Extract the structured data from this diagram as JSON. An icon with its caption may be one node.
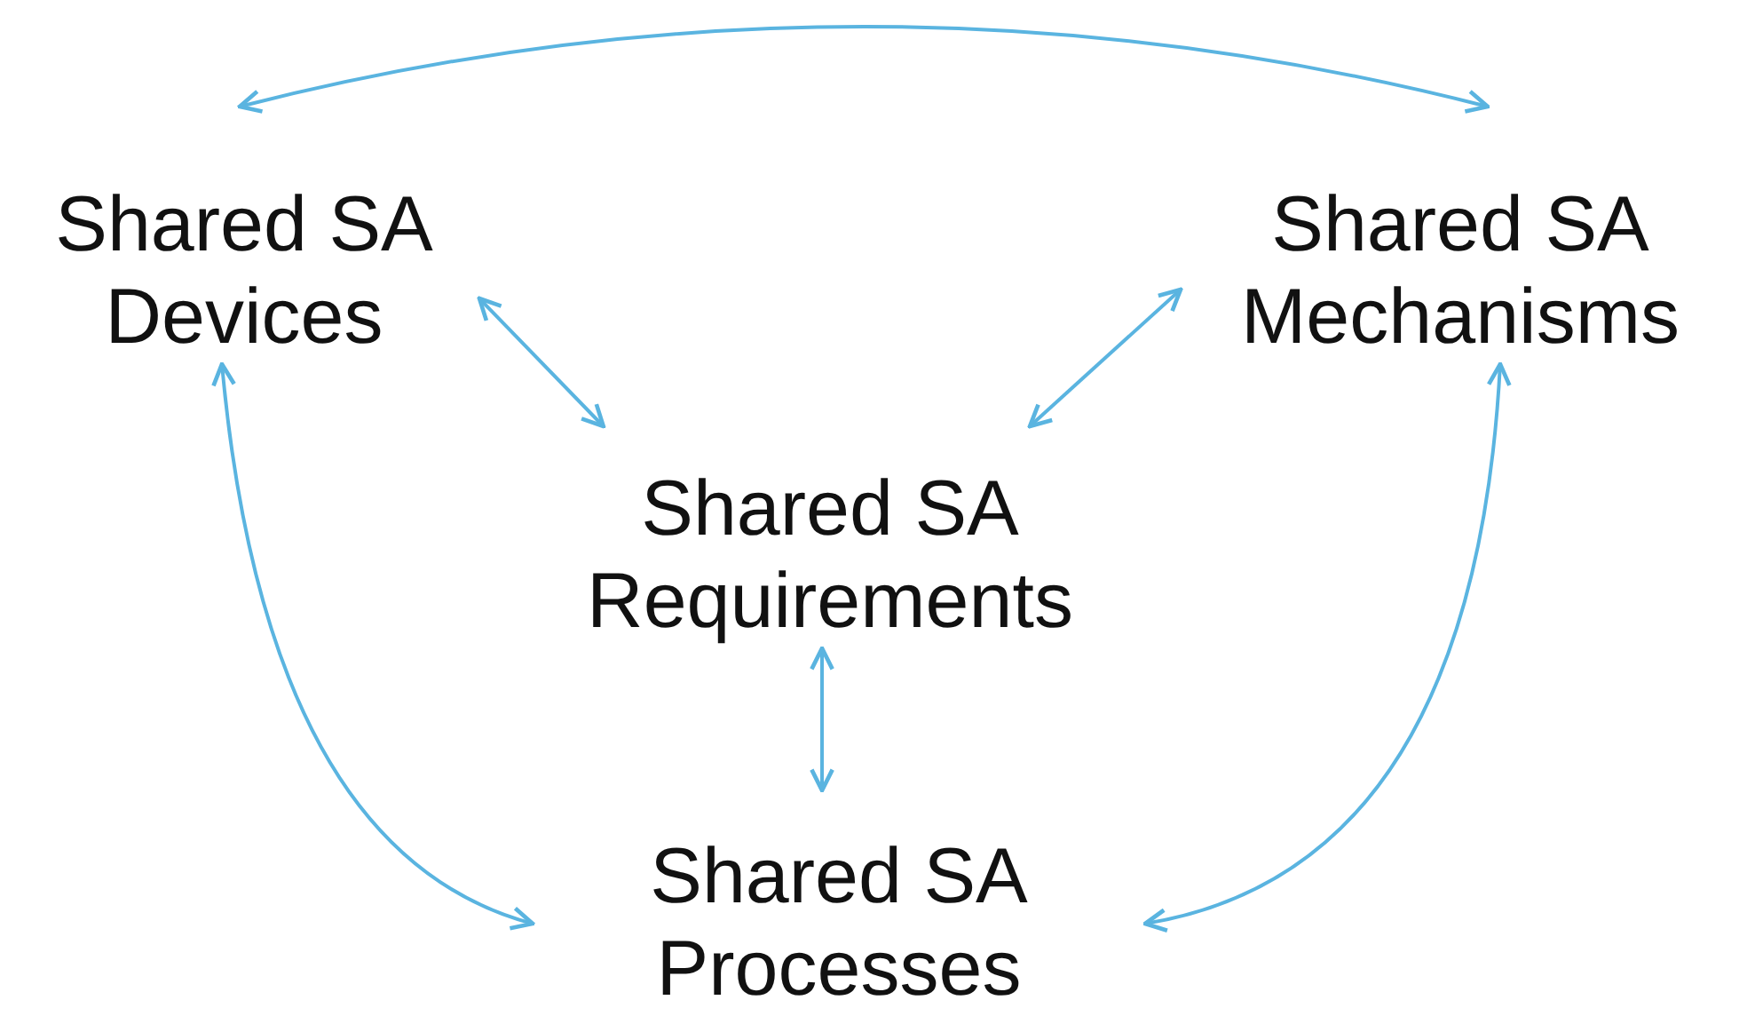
{
  "diagram": {
    "nodes": [
      {
        "text": [
          "Shared SA Devices"
        ]
      },
      {
        "text": [
          "Shared SA Mechanisms"
        ]
      },
      {
        "text": [
          "Shared SA Requirements"
        ]
      },
      {
        "text": [
          "Shared SA Processes"
        ]
      }
    ],
    "edges": [
      {
        "from": 0,
        "to": 1,
        "arrow": "both"
      },
      {
        "from": 0,
        "to": 2,
        "arrow": "both"
      },
      {
        "from": 1,
        "to": 2,
        "arrow": "both"
      },
      {
        "from": 2,
        "to": 3,
        "arrow": "both"
      },
      {
        "from": 0,
        "to": 3,
        "arrow": "both"
      },
      {
        "from": 1,
        "to": 3,
        "arrow": "both"
      }
    ]
  }
}
